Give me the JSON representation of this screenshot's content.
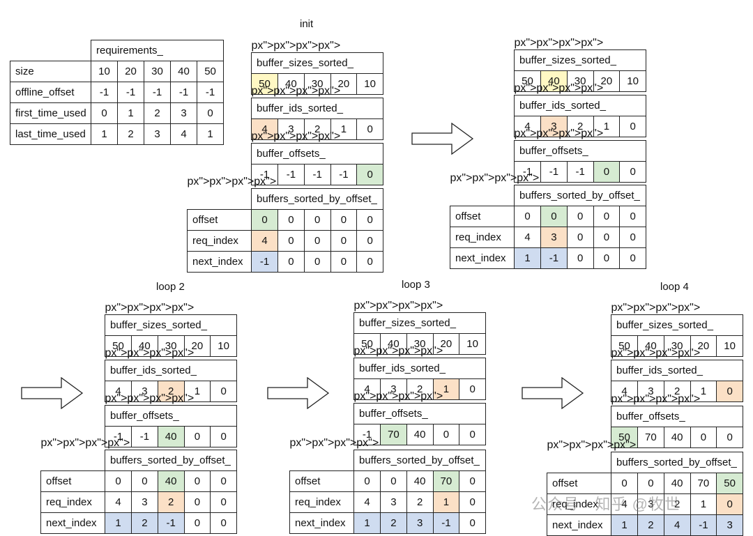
{
  "requirements": {
    "title": "requirements_",
    "columns": [
      "10",
      "20",
      "30",
      "40",
      "50"
    ],
    "rows": [
      {
        "label": "size",
        "values": [
          "10",
          "20",
          "30",
          "40",
          "50"
        ]
      },
      {
        "label": "offline_offset",
        "values": [
          "-1",
          "-1",
          "-1",
          "-1",
          "-1"
        ]
      },
      {
        "label": "first_time_used",
        "values": [
          "0",
          "1",
          "2",
          "3",
          "0"
        ]
      },
      {
        "label": "last_time_used",
        "values": [
          "1",
          "2",
          "3",
          "4",
          "1"
        ]
      }
    ]
  },
  "panels": [
    {
      "id": "init",
      "title": "init",
      "sizes_title": "buffer_sizes_sorted_",
      "sizes": [
        "50",
        "40",
        "30",
        "20",
        "10"
      ],
      "sizes_hl": [
        0,
        "yellow"
      ],
      "ids_title": "buffer_ids_sorted_",
      "ids": [
        "4",
        "3",
        "2",
        "1",
        "0"
      ],
      "ids_hl": [
        0,
        "orange"
      ],
      "offsets_title": "buffer_offsets_",
      "offsets": [
        "-1",
        "-1",
        "-1",
        "-1",
        "0"
      ],
      "offsets_hl": [
        4,
        "green"
      ],
      "bso_title": "buffers_sorted_by_offset_",
      "bso": [
        {
          "label": "offset",
          "values": [
            "0",
            "0",
            "0",
            "0",
            "0"
          ],
          "hl": [
            [
              0,
              "green"
            ]
          ]
        },
        {
          "label": "req_index",
          "values": [
            "4",
            "0",
            "0",
            "0",
            "0"
          ],
          "hl": [
            [
              0,
              "orange"
            ]
          ]
        },
        {
          "label": "next_index",
          "values": [
            "-1",
            "0",
            "0",
            "0",
            "0"
          ],
          "hl": [
            [
              0,
              "blue"
            ]
          ]
        }
      ]
    },
    {
      "id": "loop1",
      "title": "",
      "sizes_title": "buffer_sizes_sorted_",
      "sizes": [
        "50",
        "40",
        "30",
        "20",
        "10"
      ],
      "sizes_hl": [
        1,
        "yellow"
      ],
      "ids_title": "buffer_ids_sorted_",
      "ids": [
        "4",
        "3",
        "2",
        "1",
        "0"
      ],
      "ids_hl": [
        1,
        "orange"
      ],
      "offsets_title": "buffer_offsets_",
      "offsets": [
        "-1",
        "-1",
        "-1",
        "0",
        "0"
      ],
      "offsets_hl": [
        3,
        "green"
      ],
      "bso_title": "buffers_sorted_by_offset_",
      "bso": [
        {
          "label": "offset",
          "values": [
            "0",
            "0",
            "0",
            "0",
            "0"
          ],
          "hl": [
            [
              1,
              "green"
            ]
          ]
        },
        {
          "label": "req_index",
          "values": [
            "4",
            "3",
            "0",
            "0",
            "0"
          ],
          "hl": [
            [
              1,
              "orange"
            ]
          ]
        },
        {
          "label": "next_index",
          "values": [
            "1",
            "-1",
            "0",
            "0",
            "0"
          ],
          "hl": [
            [
              0,
              "blue"
            ],
            [
              1,
              "blue"
            ]
          ]
        }
      ]
    },
    {
      "id": "loop2",
      "title": "loop 2",
      "sizes_title": "buffer_sizes_sorted_",
      "sizes": [
        "50",
        "40",
        "30",
        "20",
        "10"
      ],
      "sizes_hl": null,
      "ids_title": "buffer_ids_sorted_",
      "ids": [
        "4",
        "3",
        "2",
        "1",
        "0"
      ],
      "ids_hl": [
        2,
        "orange"
      ],
      "offsets_title": "buffer_offsets_",
      "offsets": [
        "-1",
        "-1",
        "40",
        "0",
        "0"
      ],
      "offsets_hl": [
        2,
        "green"
      ],
      "bso_title": "buffers_sorted_by_offset_",
      "bso": [
        {
          "label": "offset",
          "values": [
            "0",
            "0",
            "40",
            "0",
            "0"
          ],
          "hl": [
            [
              2,
              "green"
            ]
          ]
        },
        {
          "label": "req_index",
          "values": [
            "4",
            "3",
            "2",
            "0",
            "0"
          ],
          "hl": [
            [
              2,
              "orange"
            ]
          ]
        },
        {
          "label": "next_index",
          "values": [
            "1",
            "2",
            "-1",
            "0",
            "0"
          ],
          "hl": [
            [
              0,
              "blue"
            ],
            [
              1,
              "blue"
            ],
            [
              2,
              "blue"
            ]
          ]
        }
      ]
    },
    {
      "id": "loop3",
      "title": "loop 3",
      "sizes_title": "buffer_sizes_sorted_",
      "sizes": [
        "50",
        "40",
        "30",
        "20",
        "10"
      ],
      "sizes_hl": null,
      "ids_title": "buffer_ids_sorted_",
      "ids": [
        "4",
        "3",
        "2",
        "1",
        "0"
      ],
      "ids_hl": [
        3,
        "orange"
      ],
      "offsets_title": "buffer_offsets_",
      "offsets": [
        "-1",
        "70",
        "40",
        "0",
        "0"
      ],
      "offsets_hl": [
        1,
        "green"
      ],
      "bso_title": "buffers_sorted_by_offset_",
      "bso": [
        {
          "label": "offset",
          "values": [
            "0",
            "0",
            "40",
            "70",
            "0"
          ],
          "hl": [
            [
              3,
              "green"
            ]
          ]
        },
        {
          "label": "req_index",
          "values": [
            "4",
            "3",
            "2",
            "1",
            "0"
          ],
          "hl": [
            [
              3,
              "orange"
            ]
          ]
        },
        {
          "label": "next_index",
          "values": [
            "1",
            "2",
            "3",
            "-1",
            "0"
          ],
          "hl": [
            [
              0,
              "blue"
            ],
            [
              1,
              "blue"
            ],
            [
              2,
              "blue"
            ],
            [
              3,
              "blue"
            ]
          ]
        }
      ]
    },
    {
      "id": "loop4",
      "title": "loop 4",
      "sizes_title": "buffer_sizes_sorted_",
      "sizes": [
        "50",
        "40",
        "30",
        "20",
        "10"
      ],
      "sizes_hl": null,
      "ids_title": "buffer_ids_sorted_",
      "ids": [
        "4",
        "3",
        "2",
        "1",
        "0"
      ],
      "ids_hl": [
        4,
        "orange"
      ],
      "offsets_title": "buffer_offsets_",
      "offsets": [
        "50",
        "70",
        "40",
        "0",
        "0"
      ],
      "offsets_hl": [
        0,
        "green"
      ],
      "bso_title": "buffers_sorted_by_offset_",
      "bso": [
        {
          "label": "offset",
          "values": [
            "0",
            "0",
            "40",
            "70",
            "50"
          ],
          "hl": [
            [
              4,
              "green"
            ]
          ]
        },
        {
          "label": "req_index",
          "values": [
            "4",
            "3",
            "2",
            "1",
            "0"
          ],
          "hl": [
            [
              4,
              "orange"
            ]
          ]
        },
        {
          "label": "next_index",
          "values": [
            "1",
            "2",
            "4",
            "-1",
            "3"
          ],
          "hl": [
            [
              0,
              "blue"
            ],
            [
              1,
              "blue"
            ],
            [
              2,
              "blue"
            ],
            [
              3,
              "blue"
            ],
            [
              4,
              "blue"
            ]
          ]
        }
      ]
    }
  ],
  "colors": {
    "yellow": "#fff8c4",
    "orange": "#fbe0c6",
    "green": "#d6ebd2",
    "blue": "#cfdcf0"
  },
  "watermark": "公众号 · 知乎 @牧世"
}
